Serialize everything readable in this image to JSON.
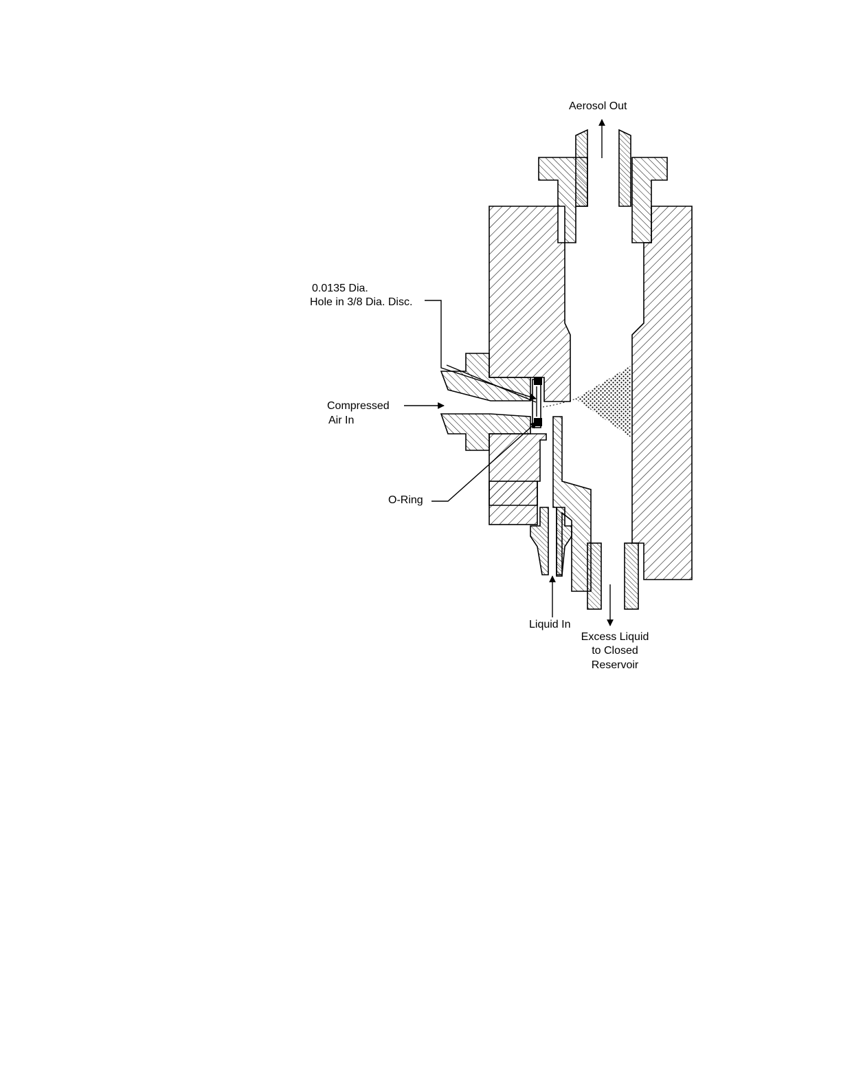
{
  "labels": {
    "aerosol_out": "Aerosol Out",
    "hole_line1": "0.0135 Dia.",
    "hole_line2": "Hole in 3/8 Dia. Disc.",
    "air_line1": "Compressed",
    "air_line2": "Air In",
    "oring": "O-Ring",
    "liquid_in": "Liquid In",
    "excess_line1": "Excess Liquid",
    "excess_line2": "to Closed",
    "excess_line3": "Reservoir"
  }
}
